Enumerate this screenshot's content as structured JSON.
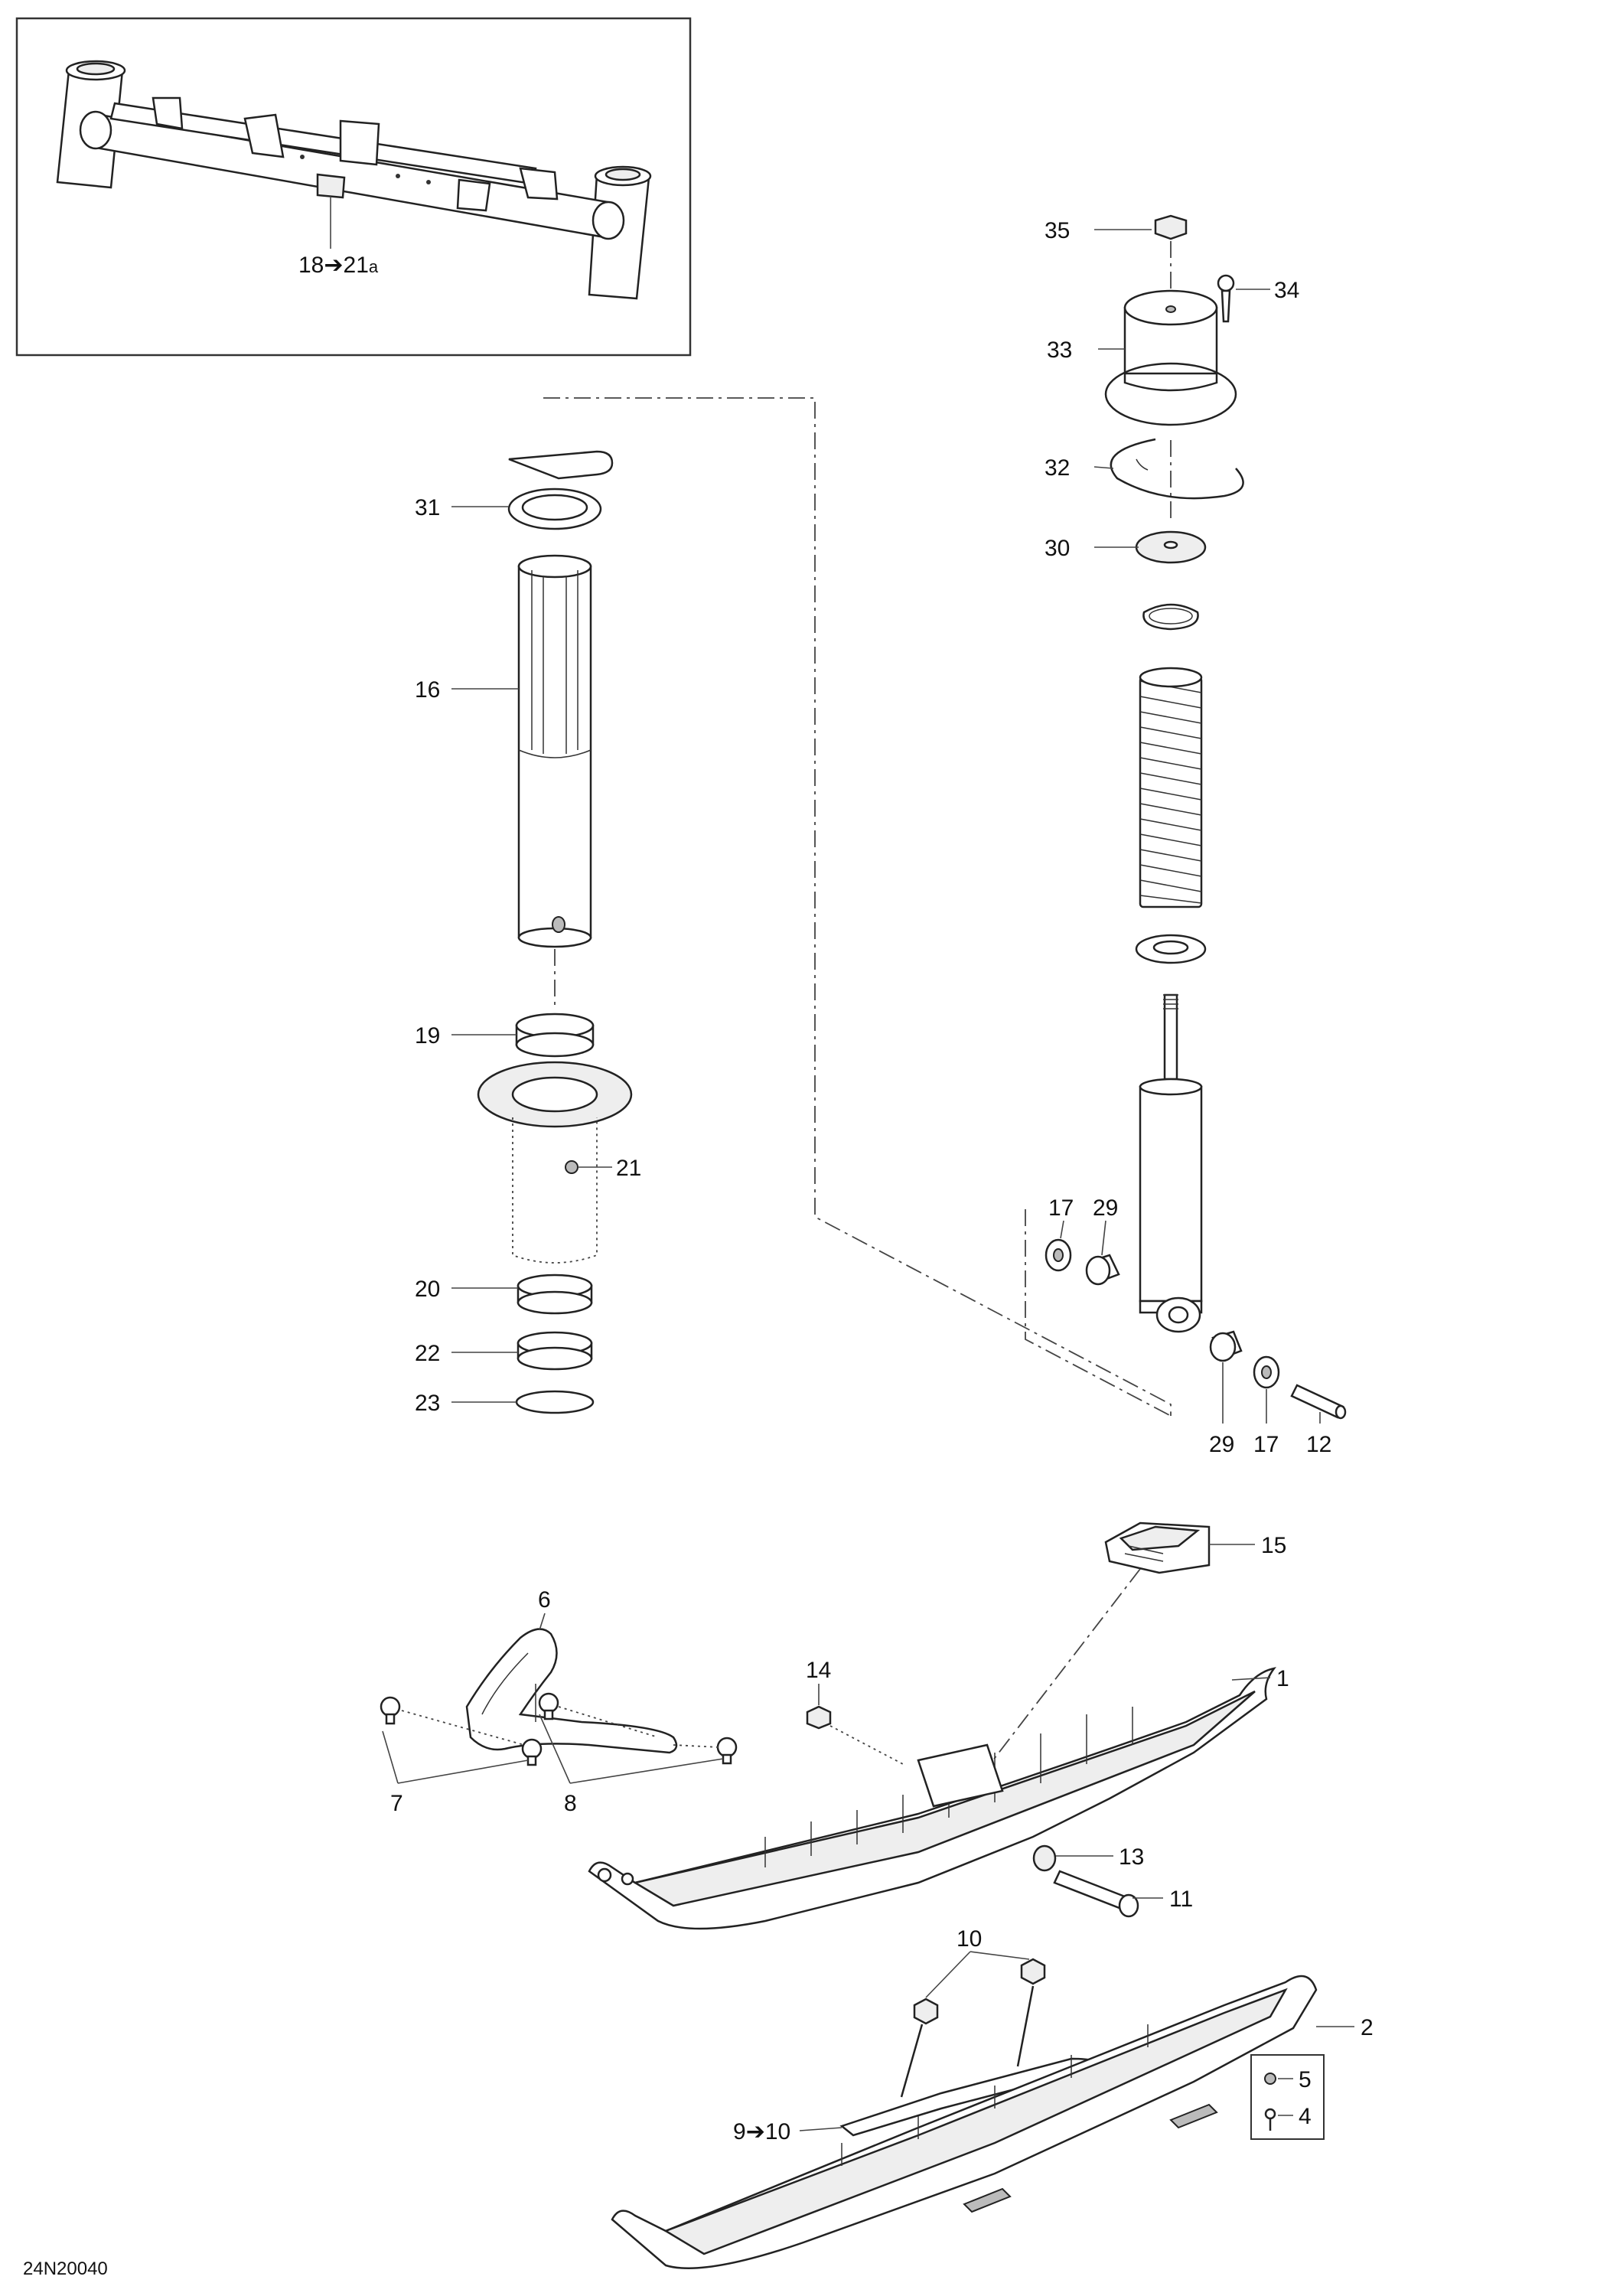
{
  "drawing_code": "24N20040",
  "inset": {
    "callout": "18",
    "callout_arrow": "➔",
    "callout_end": "21",
    "callout_suffix": "a"
  },
  "callouts": {
    "c35": "35",
    "c34": "34",
    "c33": "33",
    "c32": "32",
    "c31": "31",
    "c30": "30",
    "c16": "16",
    "c19": "19",
    "c21": "21",
    "c20": "20",
    "c22": "22",
    "c23": "23",
    "c17a": "17",
    "c29a": "29",
    "c29b": "29",
    "c17b": "17",
    "c12": "12",
    "c15": "15",
    "c6": "6",
    "c1": "1",
    "c14": "14",
    "c7": "7",
    "c8": "8",
    "c13": "13",
    "c11": "11",
    "c10": "10",
    "c2": "2",
    "c9": "9",
    "c9_arrow": "➔",
    "c9_end": "10",
    "c5": "5",
    "c4": "4"
  }
}
